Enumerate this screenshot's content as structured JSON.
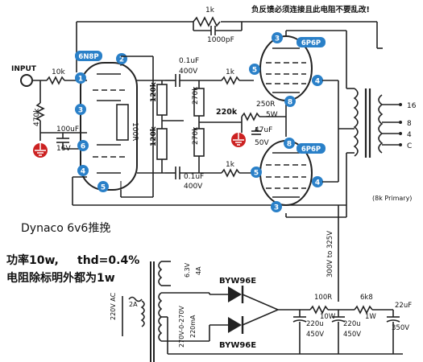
{
  "note_top": "负反馈必须连接且此电阻不要乱改!",
  "labels": {
    "r_fb": "1k",
    "c_fb": "1000pF",
    "input": "INPUT",
    "r_in": "10k",
    "r_grid": "470k",
    "c_cath": "100uF",
    "c_cath_v": "16V",
    "r_cath": "100R",
    "c_top": "0.1uF",
    "c_top_v": "400V",
    "c_bot": "0.1uF",
    "c_bot_v": "400V",
    "r_120k_a": "120k",
    "r_120k_b": "120k",
    "r_270k_a": "270k",
    "r_270k_b": "270k",
    "r_1k_top": "1k",
    "r_1k_bot": "1k",
    "r_220k": "220k",
    "r_250": "250R",
    "r_250_w": "5W",
    "c_47": "47uF",
    "c_47_v": "50V",
    "tap16": "16",
    "tap8": "8",
    "tap4": "4",
    "tapc": "C",
    "primary": "(8k Primary)",
    "hv": "300V to 325V",
    "r_100": "100R",
    "r_100_w": "10W",
    "r_6k8": "6k8",
    "r_6k8_w": "1W",
    "c_220a": "220u",
    "c_220a_v": "450V",
    "c_220b": "220u",
    "c_220b_v": "450V",
    "c_22": "22uF",
    "c_22_v": "350V",
    "diode1": "BYW96E",
    "diode2": "BYW96E",
    "tf_63": "6.3V",
    "tf_4a": "4A",
    "tf_hv": "270V-0-270V",
    "tf_ma": "220mA",
    "ac": "220V AC",
    "fuse": "2A"
  },
  "tubes": {
    "driver": "6N8P",
    "upper": "6P6P",
    "lower": "6P6P"
  },
  "title": "Dynaco 6v6推挽",
  "spec1_a": "功率10w,",
  "spec1_b": "thd=0.4%",
  "spec2": "电阻除标明外都为1w",
  "pins": [
    "1",
    "2",
    "3",
    "4",
    "5",
    "6",
    "3",
    "4",
    "5",
    "8",
    "8",
    "5",
    "4",
    "3"
  ],
  "colors": {
    "badge": "#2a80c8",
    "ground_red": "#cc2222",
    "wire": "#222222"
  }
}
